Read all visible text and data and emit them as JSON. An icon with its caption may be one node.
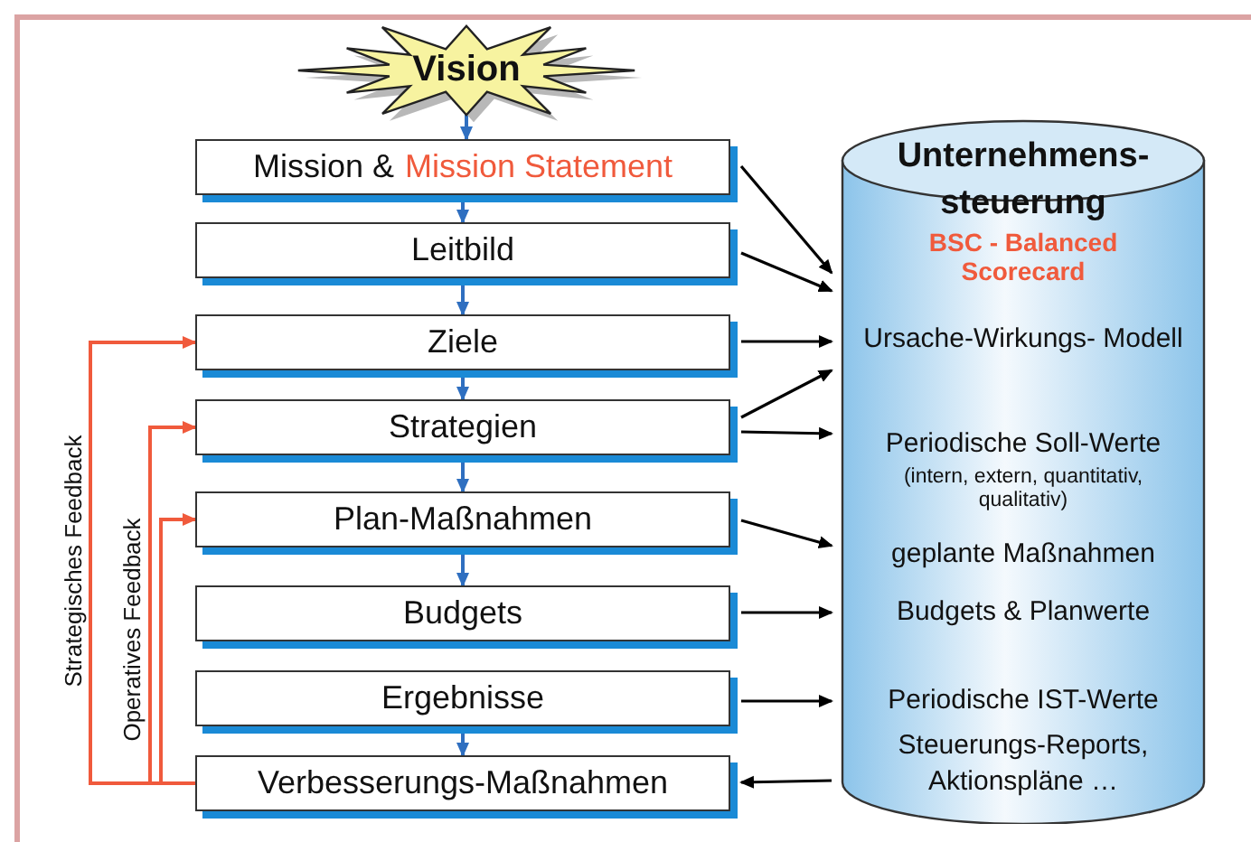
{
  "diagram": {
    "nodes": [
      {
        "text": [
          "Vision"
        ]
      },
      {
        "text": [
          "Mission &",
          "Mission Statement"
        ]
      },
      {
        "text": [
          "Leitbild"
        ]
      },
      {
        "text": [
          "Ziele"
        ]
      },
      {
        "text": [
          "Strategien"
        ]
      },
      {
        "text": [
          "Plan-Maßnahmen"
        ]
      },
      {
        "text": [
          "Budgets"
        ]
      },
      {
        "text": [
          "Ergebnisse"
        ]
      },
      {
        "text": [
          "Verbesserungs-Maßnahmen"
        ]
      },
      {
        "text": [
          "Unternehmens- steuerung",
          "BSC - Balanced Scorecard",
          "Ursache-Wirkungs- Modell",
          "Periodische Soll-Werte",
          "(intern, extern, quantitativ, qualitativ)",
          "geplante Maßnahmen",
          "Budgets & Planwerte",
          "Periodische IST-Werte",
          "Steuerungs-Reports, Aktionspläne …"
        ]
      }
    ],
    "edges": [
      {
        "from": 0,
        "to": 1,
        "arrow": "to",
        "color": "#2f6fc0"
      },
      {
        "from": 1,
        "to": 2,
        "arrow": "to",
        "color": "#2f6fc0"
      },
      {
        "from": 2,
        "to": 3,
        "arrow": "to",
        "color": "#2f6fc0"
      },
      {
        "from": 3,
        "to": 4,
        "arrow": "to",
        "color": "#2f6fc0"
      },
      {
        "from": 4,
        "to": 5,
        "arrow": "to",
        "color": "#2f6fc0"
      },
      {
        "from": 5,
        "to": 6,
        "arrow": "to",
        "color": "#2f6fc0"
      },
      {
        "from": 7,
        "to": 8,
        "arrow": "to",
        "color": "#2f6fc0"
      },
      {
        "from": 1,
        "to": 9,
        "arrow": "to"
      },
      {
        "from": 2,
        "to": 9,
        "arrow": "to"
      },
      {
        "from": 3,
        "to": 9,
        "arrow": "to"
      },
      {
        "from": 4,
        "to": 9,
        "arrow": "to"
      },
      {
        "from": 4,
        "to": 9,
        "arrow": "to"
      },
      {
        "from": 5,
        "to": 9,
        "arrow": "to"
      },
      {
        "from": 6,
        "to": 9,
        "arrow": "to"
      },
      {
        "from": 7,
        "to": 9,
        "arrow": "to"
      },
      {
        "from": 9,
        "to": 8,
        "arrow": "to"
      },
      {
        "from": 8,
        "to": 3,
        "arrow": "to",
        "color": "#f05a3c",
        "label": "Strategisches Feedback"
      },
      {
        "from": 8,
        "to": 4,
        "arrow": "to",
        "color": "#f05a3c",
        "label": "Operatives Feedback"
      },
      {
        "from": 8,
        "to": 5,
        "arrow": "to",
        "color": "#f05a3c"
      }
    ]
  }
}
